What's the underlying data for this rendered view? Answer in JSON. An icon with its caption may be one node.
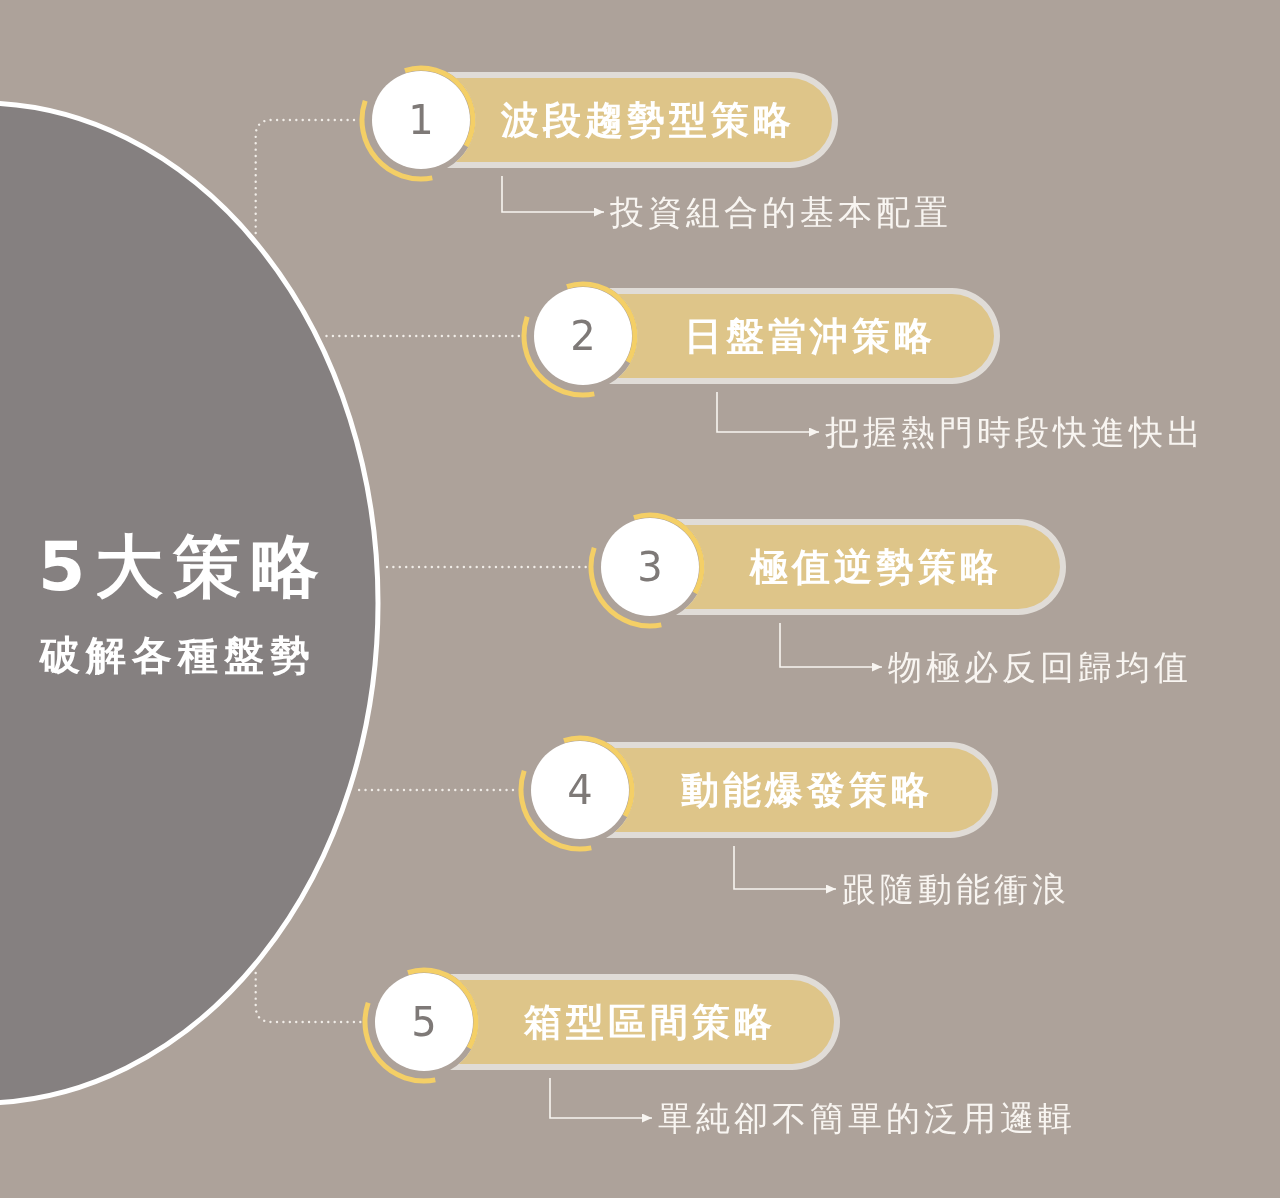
{
  "diagram": {
    "nodes": [
      {
        "text": [
          "5大策略",
          "破解各種盤勢"
        ]
      },
      {
        "text": [
          "1"
        ]
      },
      {
        "text": [
          "波段趨勢型策略"
        ]
      },
      {
        "text": [
          "投資組合的基本配置"
        ]
      },
      {
        "text": [
          "2"
        ]
      },
      {
        "text": [
          "日盤當沖策略"
        ]
      },
      {
        "text": [
          "把握熱門時段快進快出"
        ]
      },
      {
        "text": [
          "3"
        ]
      },
      {
        "text": [
          "極值逆勢策略"
        ]
      },
      {
        "text": [
          "物極必反回歸均值"
        ]
      },
      {
        "text": [
          "4"
        ]
      },
      {
        "text": [
          "動能爆發策略"
        ]
      },
      {
        "text": [
          "跟隨動能衝浪"
        ]
      },
      {
        "text": [
          "5"
        ]
      },
      {
        "text": [
          "箱型區間策略"
        ]
      },
      {
        "text": [
          "單純卻不簡單的泛用邏輯"
        ]
      }
    ],
    "edges": [
      {
        "from": 0,
        "to": 1,
        "arrow": "none",
        "style": "dashed"
      },
      {
        "from": 2,
        "to": 3,
        "arrow": "to"
      },
      {
        "from": 0,
        "to": 4,
        "arrow": "none",
        "style": "dashed"
      },
      {
        "from": 5,
        "to": 6,
        "arrow": "to"
      },
      {
        "from": 0,
        "to": 7,
        "arrow": "none",
        "style": "dashed"
      },
      {
        "from": 8,
        "to": 9,
        "arrow": "to"
      },
      {
        "from": 0,
        "to": 10,
        "arrow": "none",
        "style": "dashed"
      },
      {
        "from": 11,
        "to": 12,
        "arrow": "to"
      },
      {
        "from": 0,
        "to": 13,
        "arrow": "none",
        "style": "dashed"
      },
      {
        "from": 14,
        "to": 15,
        "arrow": "to"
      }
    ]
  }
}
